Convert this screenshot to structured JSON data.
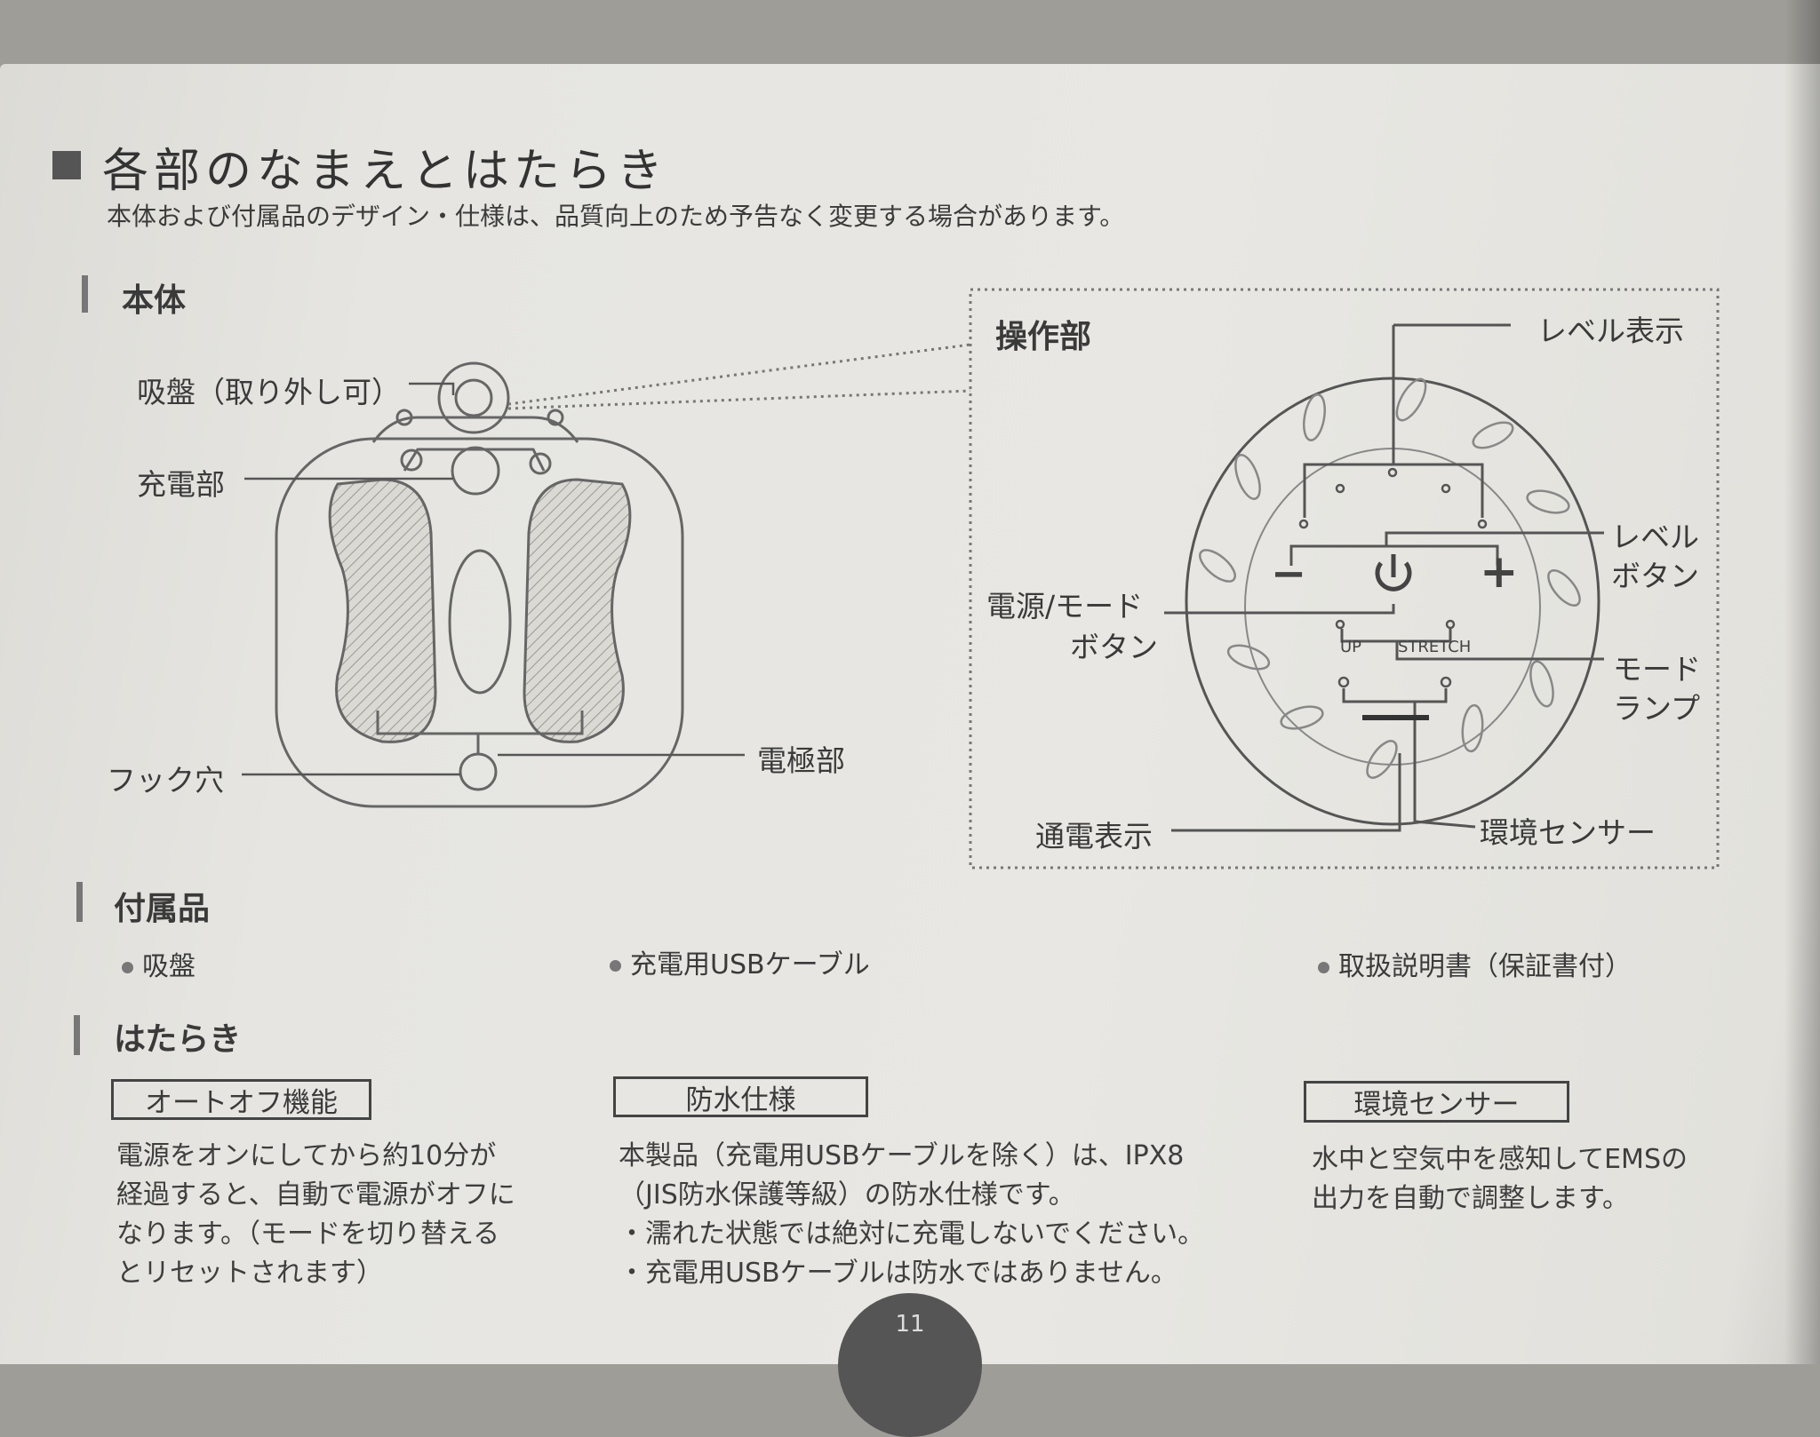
{
  "heading": {
    "title": "各部のなまえとはたらき",
    "subtitle": "本体および付属品のデザイン・仕様は、品質向上のため予告なく変更する場合があります。"
  },
  "body_section": {
    "title": "本体",
    "labels": {
      "suction_cup": "吸盤（取り外し可）",
      "charging_port": "充電部",
      "hook_hole": "フック穴",
      "electrode": "電極部"
    }
  },
  "control_panel": {
    "title": "操作部",
    "labels": {
      "level_display": "レベル表示",
      "level_button_1": "レベル",
      "level_button_2": "ボタン",
      "power_mode_button_1": "電源/モード",
      "power_mode_button_2": "ボタン",
      "mode_lamp_1": "モード",
      "mode_lamp_2": "ランプ",
      "power_indicator": "通電表示",
      "env_sensor": "環境センサー"
    },
    "panel_text": {
      "minus": "−",
      "plus": "+",
      "mode_up": "UP",
      "mode_stretch": "STRETCH"
    }
  },
  "accessories": {
    "title": "付属品",
    "items": [
      "吸盤",
      "充電用USBケーブル",
      "取扱説明書（保証書付）"
    ]
  },
  "functions": {
    "title": "はたらき",
    "cards": [
      {
        "title": "オートオフ機能",
        "lines": [
          "電源をオンにしてから約10分が",
          "経過すると、自動で電源がオフに",
          "なります。（モードを切り替える",
          "とリセットされます）"
        ]
      },
      {
        "title": "防水仕様",
        "lines": [
          "本製品（充電用USBケーブルを除く）は、IPX8",
          "（JIS防水保護等級）の防水仕様です。",
          "・濡れた状態では絶対に充電しないでください。",
          "・充電用USBケーブルは防水ではありません。"
        ]
      },
      {
        "title": "環境センサー",
        "lines": [
          "水中と空気中を感知してEMSの",
          "出力を自動で調整します。"
        ]
      }
    ]
  },
  "page_number": "11"
}
